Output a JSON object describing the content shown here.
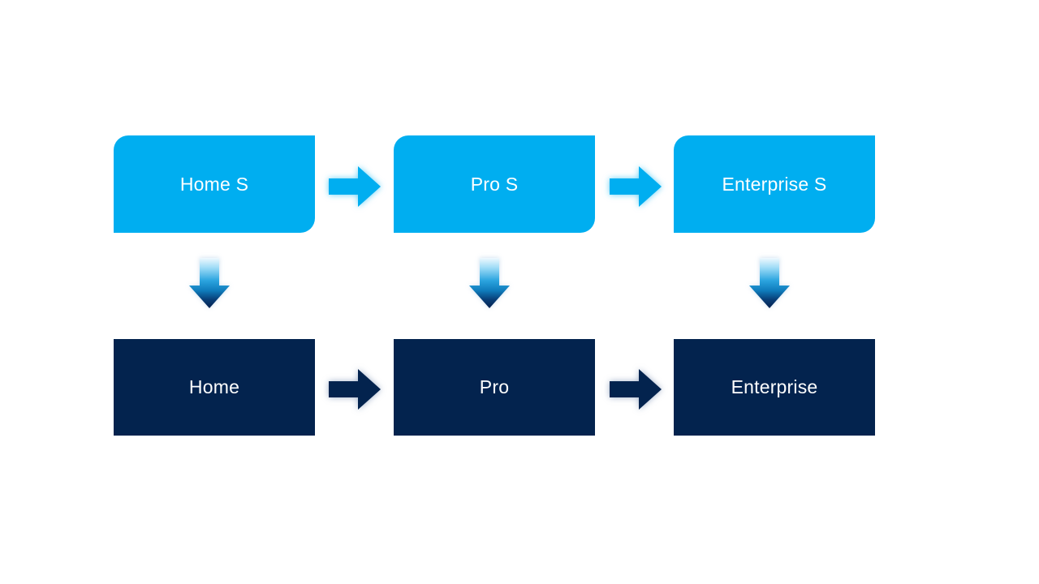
{
  "diagram": {
    "type": "process-flow",
    "top_row": [
      {
        "label": "Home S"
      },
      {
        "label": "Pro S"
      },
      {
        "label": "Enterprise S"
      }
    ],
    "bottom_row": [
      {
        "label": "Home"
      },
      {
        "label": "Pro"
      },
      {
        "label": "Enterprise"
      }
    ],
    "edges": [
      {
        "from": "Home S",
        "to": "Pro S",
        "direction": "right"
      },
      {
        "from": "Pro S",
        "to": "Enterprise S",
        "direction": "right"
      },
      {
        "from": "Home S",
        "to": "Home",
        "direction": "down"
      },
      {
        "from": "Pro S",
        "to": "Pro",
        "direction": "down"
      },
      {
        "from": "Enterprise S",
        "to": "Enterprise",
        "direction": "down"
      },
      {
        "from": "Home",
        "to": "Pro",
        "direction": "right"
      },
      {
        "from": "Pro",
        "to": "Enterprise",
        "direction": "right"
      }
    ],
    "colors": {
      "top_box_fill": "#00AEF0",
      "bottom_box_fill": "#03234E",
      "text": "#FFFFFF",
      "down_arrow_gradient_top": "#EFF9FE",
      "down_arrow_gradient_mid": "#2BA4DF",
      "down_arrow_gradient_bottom": "#052150",
      "light_arrow_glow": "#7FDBFF",
      "dark_arrow_glow": "#8FA6C4",
      "background": "#FFFFFF"
    },
    "icons": {
      "horizontal_connector": "right-arrow-icon",
      "vertical_connector": "down-arrow-icon"
    }
  }
}
